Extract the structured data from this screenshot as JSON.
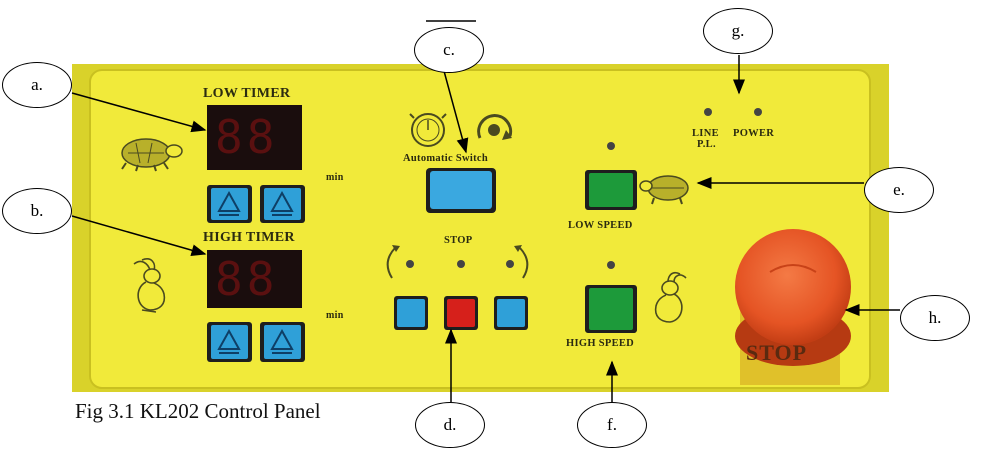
{
  "caption": "Fig 3.1 KL202 Control Panel",
  "callouts": {
    "a": "a.",
    "b": "b.",
    "c": "c.",
    "d": "d.",
    "e": "e.",
    "f": "f.",
    "g": "g.",
    "h": "h."
  },
  "panel": {
    "low_timer_label": "LOW TIMER",
    "high_timer_label": "HIGH TIMER",
    "timer_display_value": "88",
    "min_unit": "min",
    "automatic_switch_label": "Automatic Switch",
    "stop_label": "STOP",
    "low_speed_label": "LOW SPEED",
    "high_speed_label": "HIGH SPEED",
    "line_label": "LINE",
    "pl_label": "P.L.",
    "power_label": "POWER",
    "emergency_stop_label": "STOP"
  },
  "colors": {
    "panel": "#f1ea3a",
    "panel_outer": "#ddd628",
    "display": "#1a0d0d",
    "digit": "#5a1010",
    "button_blue": "#2fa0d8",
    "button_red": "#d6201b",
    "button_green": "#1d9a3a",
    "emergency_stop": "#e85a2a"
  },
  "icons": [
    "turtle-icon",
    "rabbit-icon",
    "stopwatch-icon",
    "rotate-icon",
    "triangle-up-icon"
  ]
}
